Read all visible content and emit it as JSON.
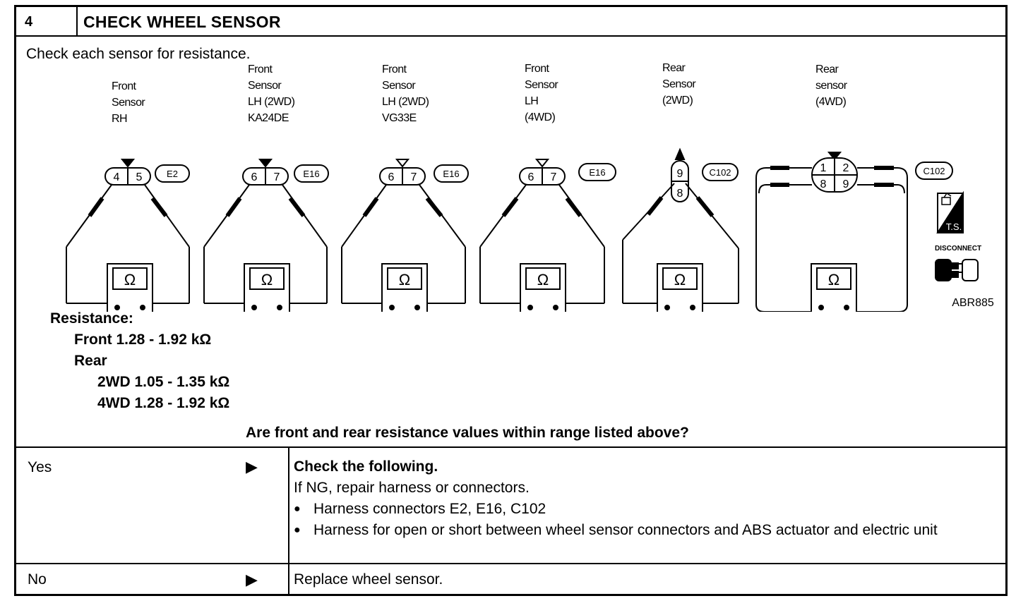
{
  "step_number": "4",
  "title": "CHECK WHEEL SENSOR",
  "instruction": "Check each sensor for resistance.",
  "sensors": [
    {
      "label_lines": [
        "Front",
        "Sensor",
        "RH"
      ],
      "pins": [
        "4",
        "5"
      ],
      "connector": "E2"
    },
    {
      "label_lines": [
        "Front",
        "Sensor",
        "LH (2WD)",
        "KA24DE"
      ],
      "pins": [
        "6",
        "7"
      ],
      "connector": "E16"
    },
    {
      "label_lines": [
        "Front",
        "Sensor",
        "LH (2WD)",
        "VG33E"
      ],
      "pins": [
        "6",
        "7"
      ],
      "connector": "E16"
    },
    {
      "label_lines": [
        "Front",
        "Sensor",
        "LH",
        "(4WD)"
      ],
      "pins": [
        "6",
        "7"
      ],
      "connector": "E16"
    },
    {
      "label_lines": [
        "Rear",
        "Sensor",
        "(2WD)"
      ],
      "pins": [
        "9",
        "8"
      ],
      "connector": "C102"
    },
    {
      "label_lines": [
        "Rear",
        "sensor",
        "(4WD)"
      ],
      "pins": [
        "1",
        "2",
        "8",
        "9"
      ],
      "connector": "C102"
    }
  ],
  "meter_symbol": "Ω",
  "side_icons": {
    "ts_label": "T.S.",
    "disconnect_label": "DISCONNECT"
  },
  "figure_id": "ABR885",
  "resistance": {
    "heading": "Resistance:",
    "front": "Front 1.28 - 1.92 kΩ",
    "rear_heading": "Rear",
    "rear_2wd": "2WD 1.05 - 1.35 kΩ",
    "rear_4wd": "4WD 1.28 - 1.92 kΩ"
  },
  "question": "Are front and rear resistance values within range listed above?",
  "yes": {
    "answer": "Yes",
    "arrow": "▶",
    "heading": "Check the following.",
    "line": "If NG, repair harness or connectors.",
    "bullets": [
      "Harness connectors E2, E16, C102",
      "Harness for open or short between wheel sensor connectors and ABS actuator and electric unit"
    ]
  },
  "no": {
    "answer": "No",
    "arrow": "▶",
    "action": "Replace wheel sensor."
  }
}
